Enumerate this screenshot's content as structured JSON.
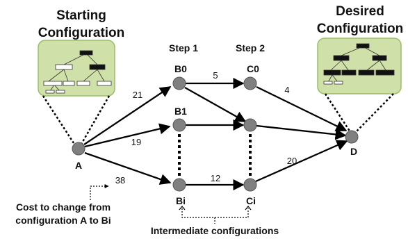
{
  "headings": {
    "start_line1": "Starting",
    "start_line2": "Configuration",
    "desired_line1": "Desired",
    "desired_line2": "Configuration"
  },
  "steps": {
    "step1": "Step 1",
    "step2": "Step 2"
  },
  "nodes": {
    "A": "A",
    "B0": "B0",
    "B1": "B1",
    "Bi": "Bi",
    "C0": "C0",
    "Ci": "Ci",
    "D": "D"
  },
  "costs": {
    "A_B0": "21",
    "A_B1": "19",
    "A_Bi": "38",
    "B0_C0": "5",
    "C0_D": "4",
    "Bi_Ci": "12",
    "Ci_D": "20"
  },
  "annotations": {
    "cost_line1": "Cost to change from",
    "cost_line2": "configuration A to Bi",
    "intermediate": "Intermediate configurations"
  },
  "colors": {
    "node_fill": "#808080",
    "panel_fill": "#cfe0a8",
    "panel_border": "#9bbd6a",
    "edge": "#000000"
  }
}
